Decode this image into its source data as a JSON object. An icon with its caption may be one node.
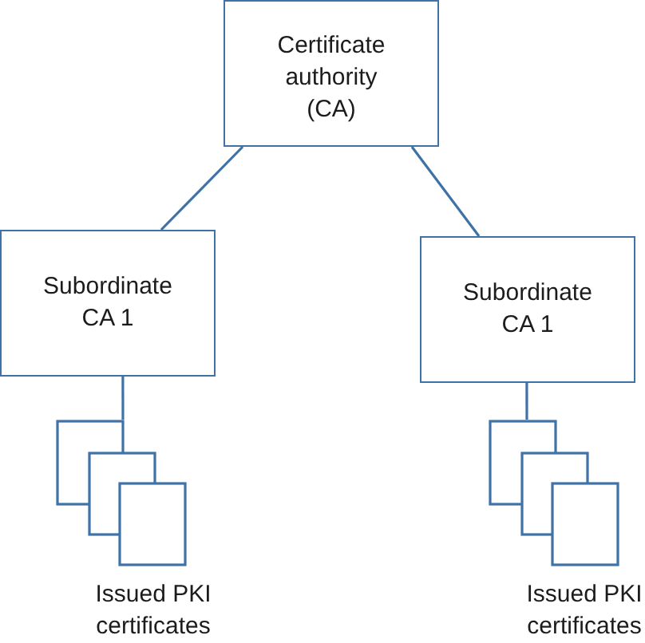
{
  "diagram": {
    "nodes": [
      {
        "text": [
          "Certificate authority (CA)"
        ]
      },
      {
        "text": [
          "Subordinate CA 1"
        ]
      },
      {
        "text": [
          "Subordinate CA 1"
        ]
      },
      {
        "text": [],
        "shape": "document",
        "beside": [
          "Issued PKI certificates"
        ]
      },
      {
        "text": [],
        "shape": "document",
        "beside": [
          "Issued PKI certificates"
        ]
      }
    ],
    "edges": [
      {
        "from": 0,
        "to": 1,
        "arrow": "none"
      },
      {
        "from": 0,
        "to": 2,
        "arrow": "none"
      },
      {
        "from": 1,
        "to": 3,
        "arrow": "none"
      },
      {
        "from": 2,
        "to": 4,
        "arrow": "none"
      }
    ]
  }
}
